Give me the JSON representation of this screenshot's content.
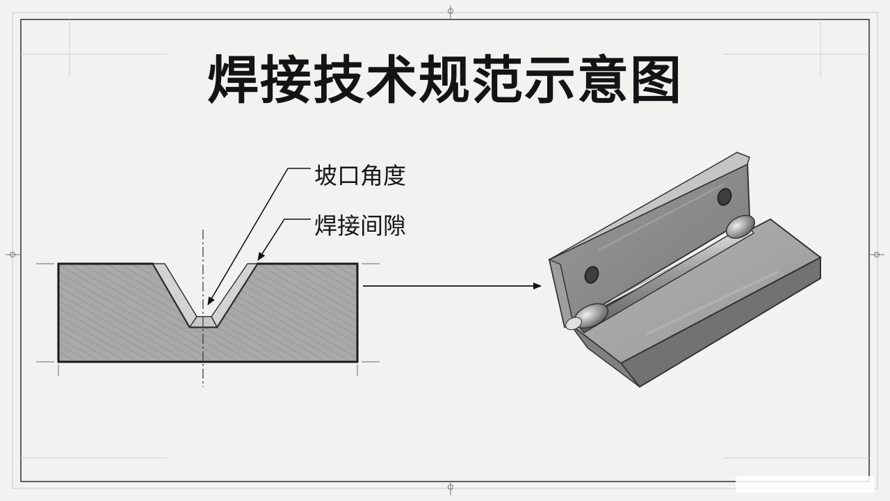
{
  "title": "焊接技术规范示意图",
  "labels": {
    "bevel_angle": "坡口角度",
    "weld_gap": "焊接间隙"
  }
}
